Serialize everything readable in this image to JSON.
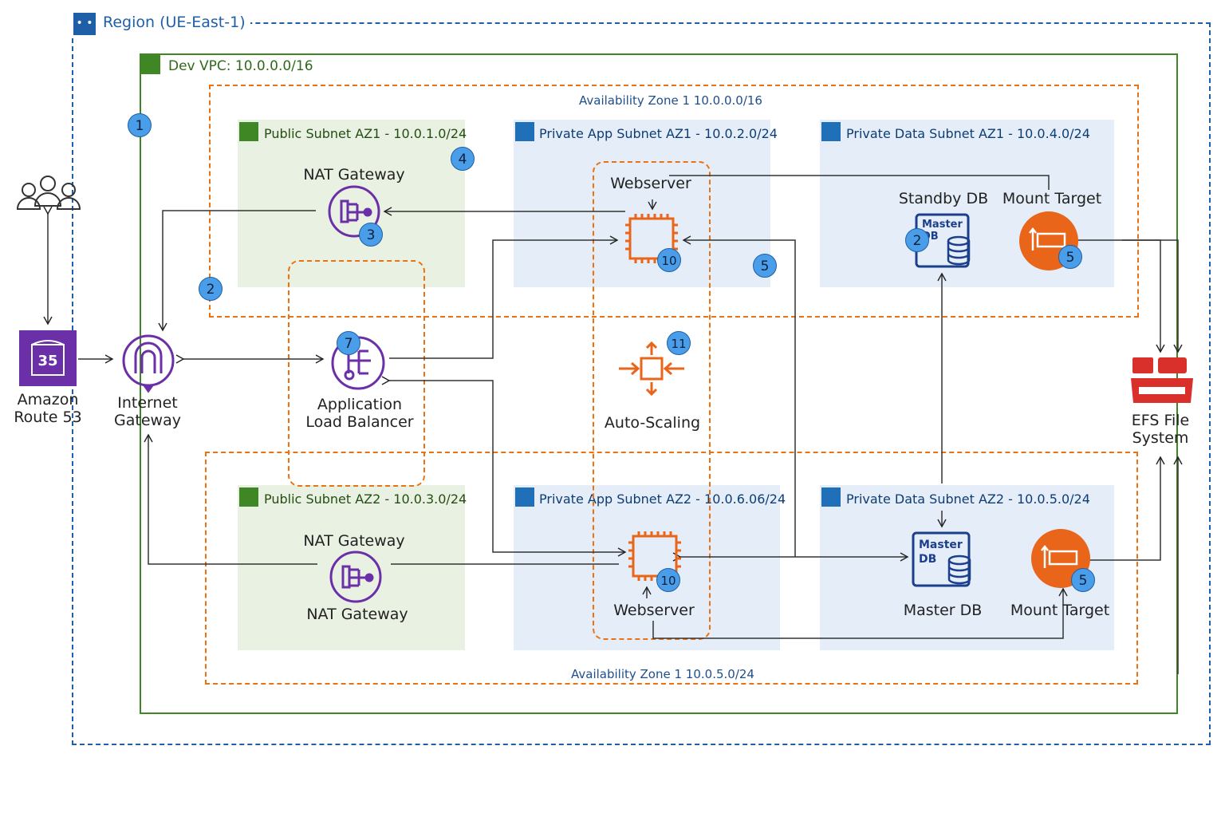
{
  "region": {
    "label": "Region (UE-East-1)",
    "icon": "region-flag-icon"
  },
  "vpc": {
    "label": "Dev VPC:  10.0.0.0/16",
    "icon": "vpc-cloud-icon"
  },
  "az_top": {
    "label": "Availability Zone 1 10.0.0.0/16"
  },
  "az_bottom": {
    "label": "Availability Zone 1 10.0.5.0/24"
  },
  "subnets": {
    "pub_az1": "Public Subnet AZ1 - 10.0.1.0/24",
    "app_az1": "Private App Subnet AZ1 - 10.0.2.0/24",
    "data_az1": "Private Data Subnet AZ1 - 10.0.4.0/24",
    "pub_az2": "Public Subnet AZ2 - 10.0.3.0/24",
    "app_az2": "Private App Subnet AZ2 - 10.0.6.06/24",
    "data_az2": "Private Data Subnet AZ2 - 10.0.5.0/24"
  },
  "nodes": {
    "route53": {
      "line1": "Amazon",
      "line2": "Route 53",
      "icon_text": "35"
    },
    "igw": {
      "line1": "Internet",
      "line2": "Gateway"
    },
    "alb": {
      "line1": "Application",
      "line2": "Load Balancer"
    },
    "nat_az1": "NAT Gateway",
    "nat_az2_top": "NAT Gateway",
    "nat_az2_bottom": "NAT Gateway",
    "web_az1": "Webserver",
    "web_az2": "Webserver",
    "autoscaling": "Auto-Scaling",
    "standby_db": "Standby DB",
    "standby_db_icon_line1": "Master",
    "standby_db_icon_line2": "DB",
    "mount_az1": "Mount Target",
    "master_db_icon_line1": "Master",
    "master_db_icon_line2": "DB",
    "master_db": "Master DB",
    "mount_az2": "Mount Target",
    "efs": {
      "line1": "EFS File",
      "line2": "System"
    }
  },
  "badges": {
    "b1": "1",
    "b2": "2",
    "b3": "3",
    "b4": "4",
    "b5a": "5",
    "b7": "7",
    "b10a": "10",
    "b11": "11",
    "b2db": "2",
    "b5mt1": "5",
    "b10b": "10",
    "b5mt2": "5"
  },
  "colors": {
    "region": "#1f5fa8",
    "vpc": "#3f8624",
    "az": "#ec7211",
    "public_subnet": "#e9f1e2",
    "private_subnet": "#e5eef8",
    "purple": "#6b2fa8",
    "orange": "#e8651a",
    "navy": "#1c3f8c",
    "red": "#d9302c",
    "badge": "#4a9de8"
  }
}
